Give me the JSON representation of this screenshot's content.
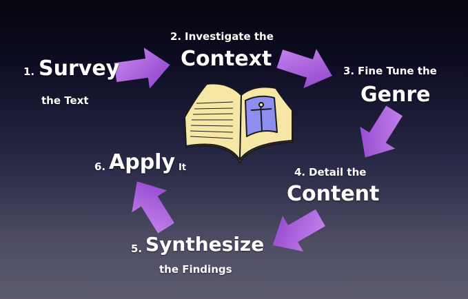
{
  "steps": [
    {
      "num": "1.",
      "main": "Survey",
      "sub": "the Text"
    },
    {
      "num": "2.",
      "pre": "Investigate the",
      "main": "Context"
    },
    {
      "num": "3.",
      "pre": "Fine Tune the",
      "main": "Genre"
    },
    {
      "num": "4.",
      "pre": "Detail the",
      "main": "Content"
    },
    {
      "num": "5.",
      "main": "Synthesize",
      "sub": "the Findings"
    },
    {
      "num": "6.",
      "main": "Apply",
      "sub": "It"
    }
  ],
  "colors": {
    "arrow": "#a24fd6",
    "arrow_light": "#c98af0",
    "book_page": "#f6e7a6",
    "book_outline": "#1a1a1a",
    "illustration_bg": "#8f8df0"
  },
  "icons": {
    "center": "open-book-icon",
    "arrow": "curved-arrow-icon"
  }
}
